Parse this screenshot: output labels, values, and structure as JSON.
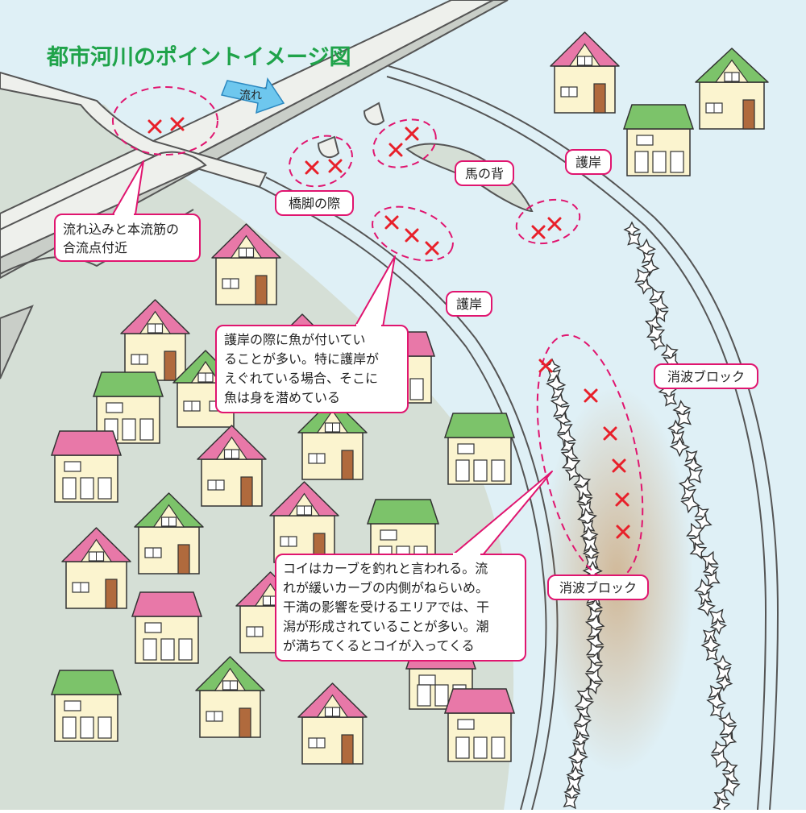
{
  "title": "都市河川のポイントイメージ図",
  "flow_label": "流れ",
  "labels": {
    "bridge_pier": "橋脚の際",
    "bank_upper": "護岸",
    "bank_middle": "護岸",
    "sandbar": "馬の背",
    "breakwater_right": "消波ブロック",
    "breakwater_left": "消波ブロック"
  },
  "callouts": {
    "confluence": [
      "流れ込みと本流筋の",
      "合流点付近"
    ],
    "bank": [
      "護岸の際に魚が付いてい",
      "ることが多い。特に護岸が",
      "えぐれている場合、そこに",
      "魚は身を潜めている"
    ],
    "curve": [
      "コイはカーブを釣れと言われる。流",
      "れが緩いカーブの内側がねらいめ。",
      "干満の影響を受けるエリアでは、干",
      "潟が形成されていることが多い。潮",
      "が満ちてくるとコイが入ってくる"
    ]
  },
  "colors": {
    "water": "#dff0f6",
    "land": "#d5dfd6",
    "title": "#1fa34a",
    "accent": "#e0156f",
    "mark": "#e8202a",
    "roof_pink": "#e878a8",
    "roof_green": "#7cc36a",
    "wall": "#fbf4cf"
  }
}
